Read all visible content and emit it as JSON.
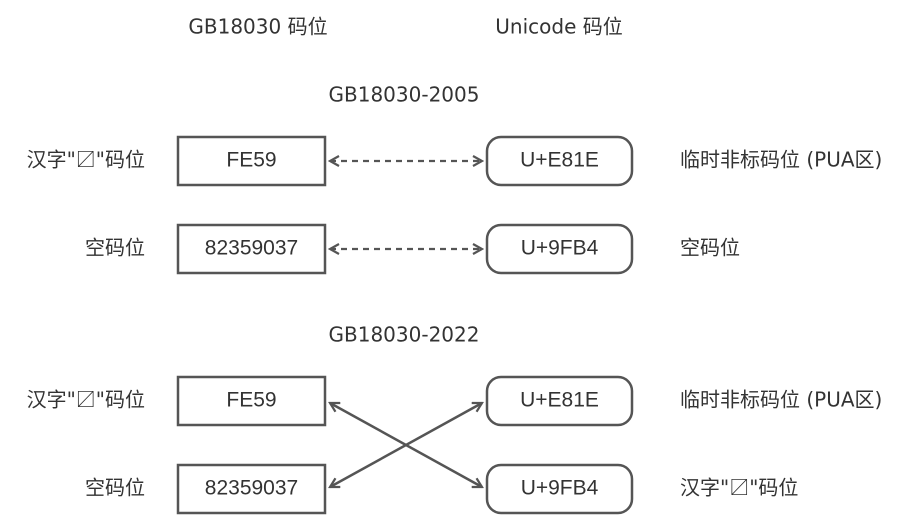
{
  "headers": {
    "gb_column": "GB18030 码位",
    "unicode_column": "Unicode 码位"
  },
  "sections": [
    {
      "title": "GB18030-2005",
      "rows": [
        {
          "left_label": "汉字\"〼\"码位",
          "gb_code": "FE59",
          "unicode": "U+E81E",
          "right_label": "临时非标码位 (PUA区)",
          "right_color": "#333333"
        },
        {
          "left_label": "空码位",
          "gb_code": "82359037",
          "unicode": "U+9FB4",
          "right_label": "空码位",
          "right_color": "#e06666"
        }
      ],
      "mapping": "direct"
    },
    {
      "title": "GB18030-2022",
      "rows": [
        {
          "left_label": "汉字\"〼\"码位",
          "gb_code": "FE59",
          "unicode": "U+E81E",
          "right_label": "临时非标码位 (PUA区)",
          "right_color": "#333333"
        },
        {
          "left_label": "空码位",
          "gb_code": "82359037",
          "unicode": "U+9FB4",
          "right_label": "汉字\"〼\"码位",
          "right_color": "#5cb85c"
        }
      ],
      "mapping": "crossed"
    }
  ],
  "colors": {
    "stroke": "#555555",
    "text": "#333333",
    "empty_highlight": "#e06666",
    "char_highlight": "#5cb85c"
  }
}
